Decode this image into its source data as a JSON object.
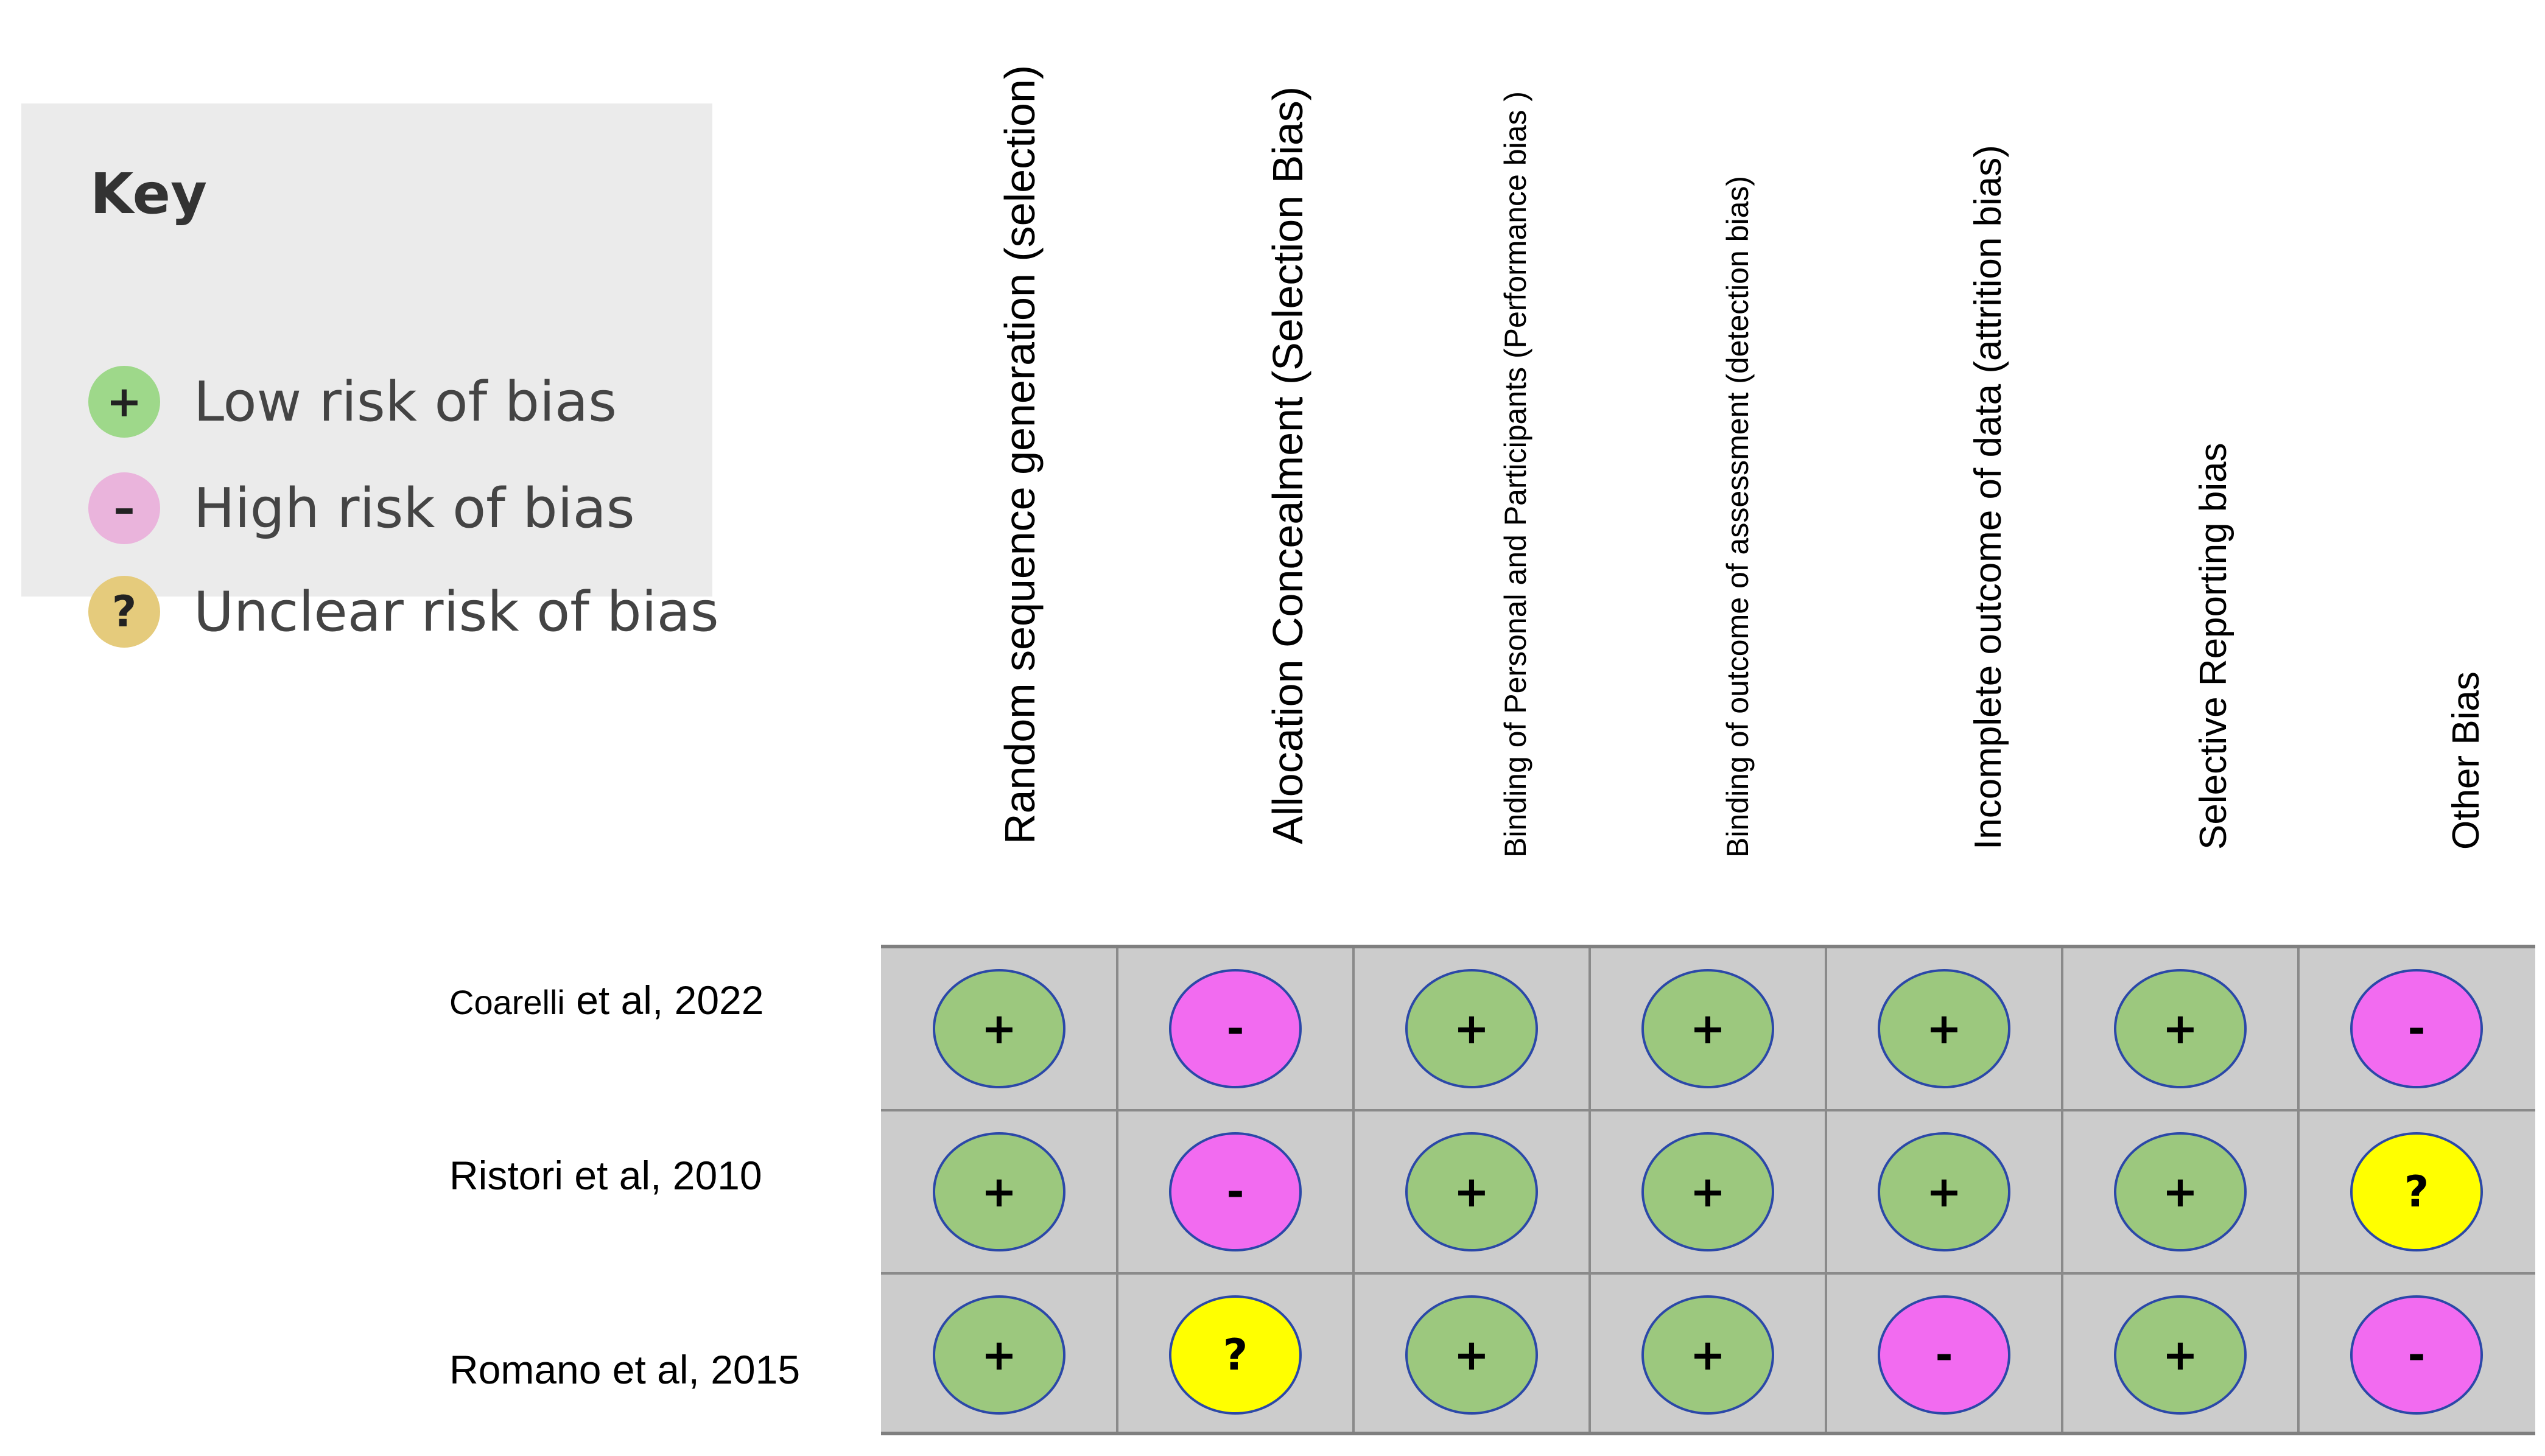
{
  "key": {
    "title": "Key",
    "items": [
      {
        "symbol": "+",
        "label": "Low risk of bias",
        "color": "#9ed88a"
      },
      {
        "symbol": "–",
        "label": "High risk of bias",
        "color": "#eab4dc"
      },
      {
        "symbol": "?",
        "label": "Unclear risk of bias",
        "color": "#e5cb7c"
      }
    ]
  },
  "columns": [
    "Random sequence generation (selection)",
    "Allocation Concealment (Selection Bias)",
    "Binding of Personal and Participants (Performance bias )",
    "Binding  of outcome of assessment (detection bias)",
    "Incomplete outcome of data (attrition bias)",
    "Selective Reporting bias",
    "Other Bias"
  ],
  "rows": [
    {
      "label_small": "Coarelli",
      "label_rest": " et al, 2022",
      "cells": [
        "+",
        "-",
        "+",
        "+",
        "+",
        "+",
        "-"
      ]
    },
    {
      "label_small": "",
      "label_rest": "Ristori et al, 2010",
      "cells": [
        "+",
        "-",
        "+",
        "+",
        "+",
        "+",
        "?"
      ]
    },
    {
      "label_small": "",
      "label_rest": "Romano et al, 2015",
      "cells": [
        "+",
        "?",
        "+",
        "+",
        "-",
        "+",
        "-"
      ]
    }
  ],
  "colors": {
    "low": "#9cc87e",
    "high": "#f26bf0",
    "unclear": "#ffff00",
    "grid_bg": "#cccccc",
    "outline": "#2b48a8"
  }
}
